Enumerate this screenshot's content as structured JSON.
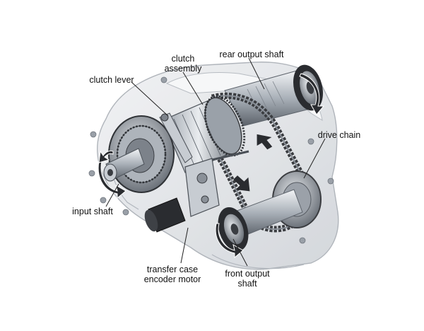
{
  "labels": {
    "clutch_assembly": [
      "clutch",
      "assembly"
    ],
    "rear_output_shaft": "rear output shaft",
    "clutch_lever": "clutch lever",
    "drive_chain": "drive chain",
    "input_shaft": "input shaft",
    "transfer_case_encoder_motor": [
      "transfer case",
      "encoder motor"
    ],
    "front_output_shaft": [
      "front output",
      "shaft"
    ]
  },
  "colors": {
    "housing": "#e2e4e8",
    "housing_edge": "#9aa0a8",
    "metal_dark": "#2a2c30",
    "metal_mid": "#7d838b",
    "metal_light": "#c7ccd2",
    "chain": "#3a3c40",
    "leader": "#222222"
  }
}
